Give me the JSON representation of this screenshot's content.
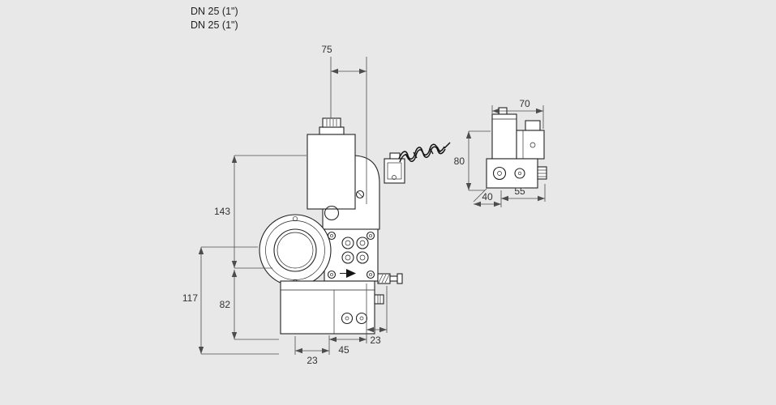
{
  "header": {
    "line1": "DN 25 (1\")",
    "line2": "DN 25 (1\")"
  },
  "colors": {
    "background": "#e8e8e8",
    "drawing_line": "#222222",
    "dimension_line": "#4d4d4d",
    "text": "#333333"
  },
  "main_view": {
    "dimensions": {
      "top_width": "75",
      "upper_height": "143",
      "total_height": "117",
      "body_height": "82",
      "bottom_left_offset": "23",
      "bottom_width": "45",
      "right_offset": "23"
    }
  },
  "side_view": {
    "dimensions": {
      "top_width": "70",
      "height": "80",
      "depth_left": "40",
      "depth_total": "55"
    }
  }
}
